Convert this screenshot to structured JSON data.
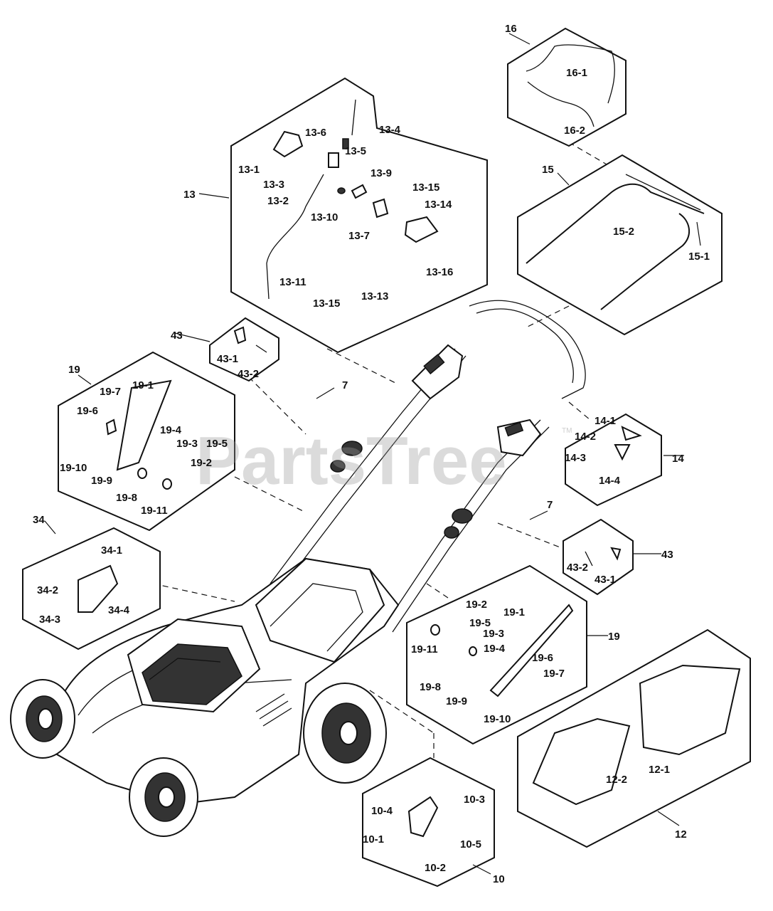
{
  "watermark": {
    "text": "PartsTree",
    "trademark": "TM"
  },
  "callouts": [
    "16",
    "16-1",
    "16-2",
    "15",
    "15-1",
    "15-2",
    "13",
    "13-1",
    "13-2",
    "13-3",
    "13-4",
    "13-5",
    "13-6",
    "13-7",
    "13-9",
    "13-10",
    "13-11",
    "13-13",
    "13-14",
    "13-15",
    "13-15",
    "13-16",
    "43",
    "43-1",
    "43-2",
    "19",
    "19-1",
    "19-2",
    "19-3",
    "19-4",
    "19-5",
    "19-6",
    "19-7",
    "19-8",
    "19-9",
    "19-10",
    "19-11",
    "7",
    "7",
    "14",
    "14-1",
    "14-2",
    "14-3",
    "14-4",
    "34",
    "34-1",
    "34-2",
    "34-3",
    "34-4",
    "43",
    "43-1",
    "43-2",
    "19",
    "19-1",
    "19-2",
    "19-3",
    "19-4",
    "19-5",
    "19-6",
    "19-7",
    "19-8",
    "19-9",
    "19-10",
    "19-11",
    "12",
    "12-1",
    "12-2",
    "10",
    "10-1",
    "10-2",
    "10-3",
    "10-4",
    "10-5"
  ],
  "colors": {
    "line": "#111111",
    "watermark": "#9a9a9a",
    "background": "#ffffff"
  }
}
